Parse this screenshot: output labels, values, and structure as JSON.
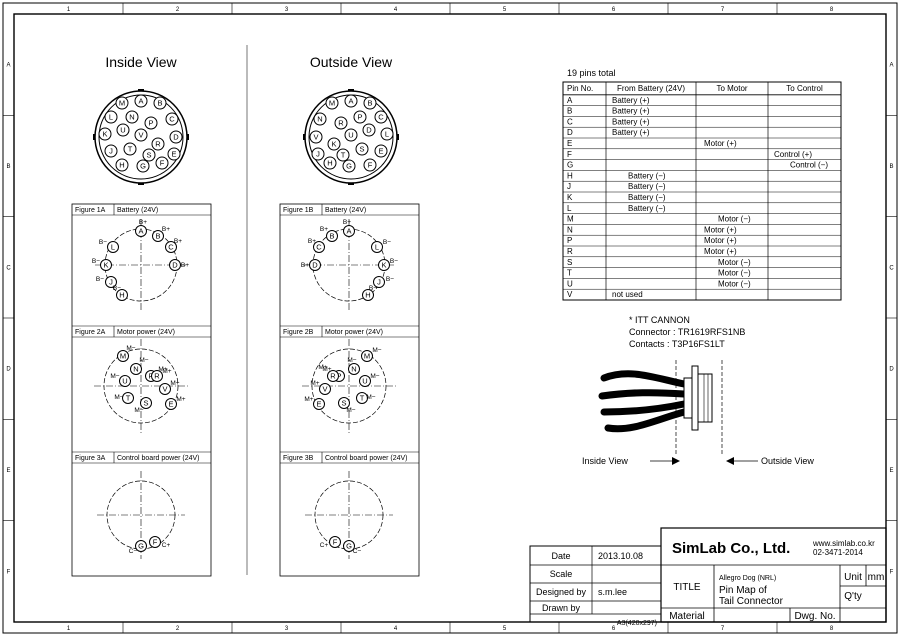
{
  "sheet": {
    "col_markers": [
      "1",
      "2",
      "3",
      "4",
      "5",
      "6",
      "7",
      "8"
    ],
    "row_markers": [
      "A",
      "B",
      "C",
      "D",
      "E",
      "F"
    ],
    "paper_size": "A3(420x297)"
  },
  "views": {
    "inside_title": "Inside View",
    "outside_title": "Outside View",
    "inside_face_pins": [
      "M",
      "A",
      "B",
      "L",
      "N",
      "C",
      "K",
      "U",
      "P",
      "D",
      "V",
      "R",
      "J",
      "T",
      "S",
      "E",
      "H",
      "G",
      "F"
    ],
    "outside_face_pins": [
      "B",
      "A",
      "M",
      "C",
      "P",
      "N",
      "L",
      "D",
      "R",
      "V",
      "U",
      "K",
      "E",
      "S",
      "T",
      "J",
      "F",
      "G",
      "H"
    ]
  },
  "figures": {
    "fig1a": {
      "number": "Figure 1A",
      "caption": "Battery (24V)",
      "pins": [
        "A",
        "B",
        "C",
        "D",
        "L",
        "K",
        "J",
        "H"
      ],
      "labels": [
        "B+",
        "B+",
        "B+",
        "B+",
        "B−",
        "B−",
        "B−",
        "B−"
      ]
    },
    "fig1b": {
      "number": "Figure 1B",
      "caption": "Battery (24V)",
      "pins": [
        "A",
        "B",
        "C",
        "D",
        "L",
        "K",
        "J",
        "H"
      ],
      "labels": [
        "B+",
        "B+",
        "B+",
        "B+",
        "B−",
        "B−",
        "B−",
        "B−"
      ]
    },
    "fig2a": {
      "number": "Figure 2A",
      "caption": "Motor power (24V)",
      "pins": [
        "M",
        "N",
        "P",
        "U",
        "R",
        "T",
        "S",
        "E",
        "V"
      ],
      "labels": [
        "M−",
        "M−",
        "M+",
        "M−",
        "M+",
        "M−",
        "M−",
        "M+",
        "M+"
      ]
    },
    "fig2b": {
      "number": "Figure 2B",
      "caption": "Motor power (24V)",
      "pins": [
        "M",
        "P",
        "N",
        "R",
        "U",
        "E",
        "S",
        "T",
        "V"
      ],
      "labels": [
        "M−",
        "M+",
        "M−",
        "M+",
        "M−",
        "M+",
        "M−",
        "M−",
        "M+"
      ]
    },
    "fig3a": {
      "number": "Figure 3A",
      "caption": "Control board power (24V)",
      "pins": [
        "G",
        "F"
      ],
      "labels": [
        "C−",
        "C+"
      ]
    },
    "fig3b": {
      "number": "Figure 3B",
      "caption": "Control board power (24V)",
      "pins": [
        "F",
        "G"
      ],
      "labels": [
        "C+",
        "C−"
      ]
    }
  },
  "pin_table": {
    "total_label": "19 pins total",
    "headers": [
      "Pin No.",
      "From Battery (24V)",
      "To Motor",
      "To Control"
    ],
    "rows": [
      {
        "pin": "A",
        "battery": "Battery (+)",
        "motor": "",
        "control": ""
      },
      {
        "pin": "B",
        "battery": "Battery (+)",
        "motor": "",
        "control": ""
      },
      {
        "pin": "C",
        "battery": "Battery (+)",
        "motor": "",
        "control": ""
      },
      {
        "pin": "D",
        "battery": "Battery (+)",
        "motor": "",
        "control": ""
      },
      {
        "pin": "E",
        "battery": "",
        "motor": "Motor (+)",
        "control": ""
      },
      {
        "pin": "F",
        "battery": "",
        "motor": "",
        "control": "Control (+)"
      },
      {
        "pin": "G",
        "battery": "",
        "motor": "",
        "control": "Control (−)"
      },
      {
        "pin": "H",
        "battery": "Battery (−)",
        "motor": "",
        "control": ""
      },
      {
        "pin": "J",
        "battery": "Battery (−)",
        "motor": "",
        "control": ""
      },
      {
        "pin": "K",
        "battery": "Battery (−)",
        "motor": "",
        "control": ""
      },
      {
        "pin": "L",
        "battery": "Battery (−)",
        "motor": "",
        "control": ""
      },
      {
        "pin": "M",
        "battery": "",
        "motor": "Motor (−)",
        "control": ""
      },
      {
        "pin": "N",
        "battery": "",
        "motor": "Motor (+)",
        "control": ""
      },
      {
        "pin": "P",
        "battery": "",
        "motor": "Motor (+)",
        "control": ""
      },
      {
        "pin": "R",
        "battery": "",
        "motor": "Motor (+)",
        "control": ""
      },
      {
        "pin": "S",
        "battery": "",
        "motor": "Motor (−)",
        "control": ""
      },
      {
        "pin": "T",
        "battery": "",
        "motor": "Motor (−)",
        "control": ""
      },
      {
        "pin": "U",
        "battery": "",
        "motor": "Motor (−)",
        "control": ""
      },
      {
        "pin": "V",
        "battery": "not used",
        "motor": "",
        "control": ""
      }
    ]
  },
  "connector_info": {
    "brand": "* ITT CANNON",
    "connector": "Connector : TR1619RFS1NB",
    "contacts": "Contacts : T3P16FS1LT",
    "inside_label": "Inside View",
    "outside_label": "Outside View"
  },
  "title_block": {
    "date_label": "Date",
    "date_value": "2013.10.08",
    "scale_label": "Scale",
    "scale_value": "",
    "designed_label": "Designed by",
    "designed_value": "s.m.lee",
    "drawn_label": "Drawn by",
    "drawn_value": "",
    "company": "SimLab Co., Ltd.",
    "website": "www.simlab.co.kr",
    "phone": "02-3471-2014",
    "title_label": "TITLE",
    "project": "Allegro Dog (NRL)",
    "title_line1": "Pin Map of",
    "title_line2": "Tail Connector",
    "unit_label": "Unit",
    "unit_value": "mm",
    "qty_label": "Q'ty",
    "material_label": "Material",
    "dwg_label": "Dwg. No."
  }
}
